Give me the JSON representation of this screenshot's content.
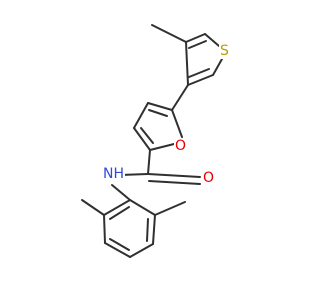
{
  "molecule": {
    "atom_labels": {
      "sulfur": "S",
      "furan_oxygen": "O",
      "carbonyl_oxygen": "O",
      "amide_nitrogen": "N",
      "amide_hydrogen": "H"
    },
    "colors": {
      "bond": "#303030",
      "sulfur": "#b8a000",
      "oxygen": "#e60000",
      "nitrogen": "#2f4bd6"
    }
  }
}
